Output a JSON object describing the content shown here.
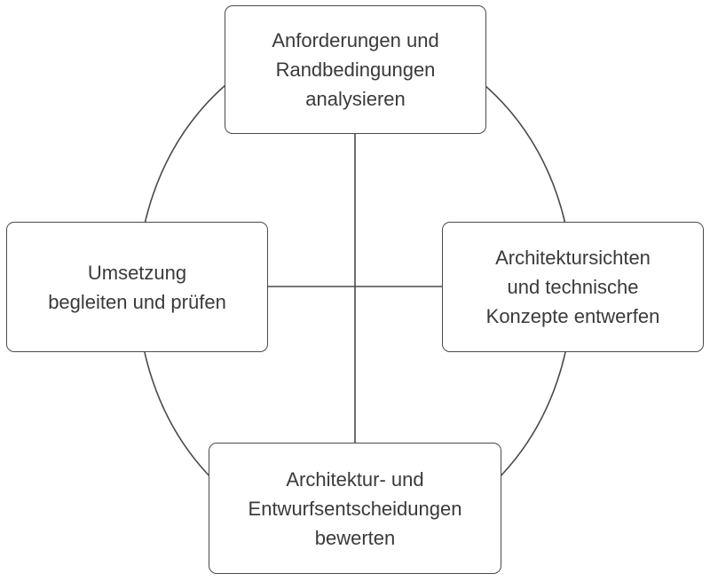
{
  "diagram": {
    "nodes": {
      "top": {
        "lines": [
          "Anforderungen und",
          "Randbedingungen",
          "analysieren"
        ]
      },
      "right": {
        "lines": [
          "Architektursichten",
          "und technische",
          "Konzepte entwerfen"
        ]
      },
      "bottom": {
        "lines": [
          "Architektur- und",
          "Entwurfsentscheidungen",
          "bewerten"
        ]
      },
      "left": {
        "lines": [
          "Umsetzung",
          "begleiten und prüfen"
        ]
      }
    },
    "colors": {
      "stroke": "#4a4a4a",
      "text": "#3a3a3a",
      "background": "#ffffff"
    }
  }
}
